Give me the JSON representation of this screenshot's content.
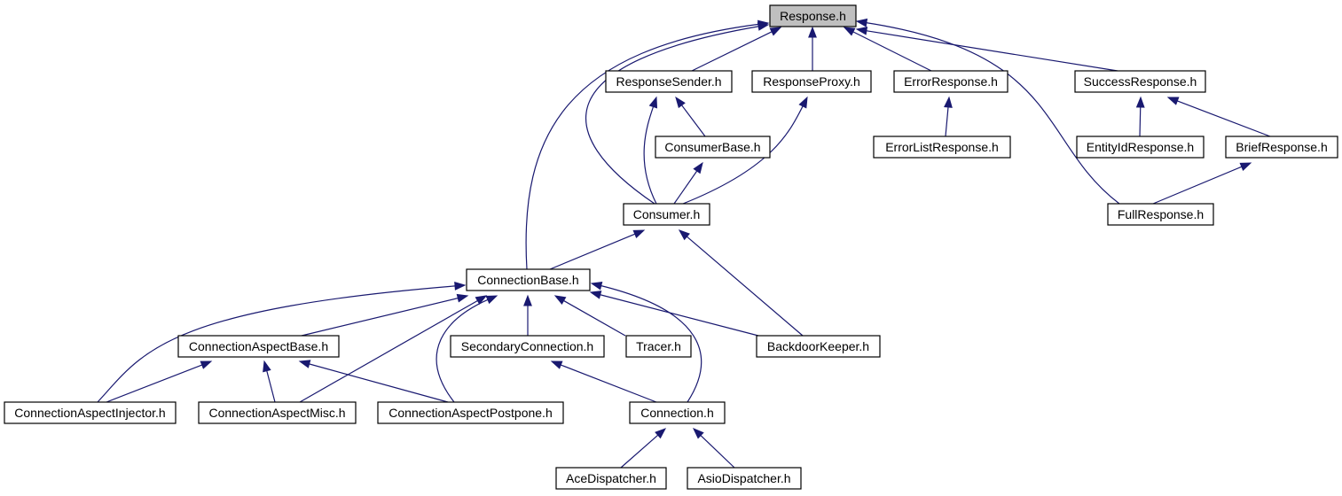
{
  "nodes": [
    {
      "id": "response",
      "label": "Response.h",
      "root": true
    },
    {
      "id": "response_sender",
      "label": "ResponseSender.h"
    },
    {
      "id": "response_proxy",
      "label": "ResponseProxy.h"
    },
    {
      "id": "error_response",
      "label": "ErrorResponse.h"
    },
    {
      "id": "success_response",
      "label": "SuccessResponse.h"
    },
    {
      "id": "consumer_base",
      "label": "ConsumerBase.h"
    },
    {
      "id": "error_list_response",
      "label": "ErrorListResponse.h"
    },
    {
      "id": "entity_id_response",
      "label": "EntityIdResponse.h"
    },
    {
      "id": "brief_response",
      "label": "BriefResponse.h"
    },
    {
      "id": "consumer",
      "label": "Consumer.h"
    },
    {
      "id": "full_response",
      "label": "FullResponse.h"
    },
    {
      "id": "connection_base",
      "label": "ConnectionBase.h"
    },
    {
      "id": "connection_aspect_base",
      "label": "ConnectionAspectBase.h"
    },
    {
      "id": "secondary_connection",
      "label": "SecondaryConnection.h"
    },
    {
      "id": "tracer",
      "label": "Tracer.h"
    },
    {
      "id": "backdoor_keeper",
      "label": "BackdoorKeeper.h"
    },
    {
      "id": "connection_aspect_injector",
      "label": "ConnectionAspectInjector.h"
    },
    {
      "id": "connection_aspect_misc",
      "label": "ConnectionAspectMisc.h"
    },
    {
      "id": "connection_aspect_postpone",
      "label": "ConnectionAspectPostpone.h"
    },
    {
      "id": "connection",
      "label": "Connection.h"
    },
    {
      "id": "ace_dispatcher",
      "label": "AceDispatcher.h"
    },
    {
      "id": "asio_dispatcher",
      "label": "AsioDispatcher.h"
    }
  ],
  "edges": [
    {
      "from": "response_sender",
      "to": "response"
    },
    {
      "from": "response_proxy",
      "to": "response"
    },
    {
      "from": "error_response",
      "to": "response"
    },
    {
      "from": "success_response",
      "to": "response"
    },
    {
      "from": "consumer",
      "to": "response"
    },
    {
      "from": "connection_base",
      "to": "response"
    },
    {
      "from": "full_response",
      "to": "response"
    },
    {
      "from": "consumer_base",
      "to": "response_sender"
    },
    {
      "from": "consumer",
      "to": "response_sender"
    },
    {
      "from": "consumer",
      "to": "response_proxy"
    },
    {
      "from": "error_list_response",
      "to": "error_response"
    },
    {
      "from": "entity_id_response",
      "to": "success_response"
    },
    {
      "from": "brief_response",
      "to": "success_response"
    },
    {
      "from": "consumer",
      "to": "consumer_base"
    },
    {
      "from": "full_response",
      "to": "brief_response"
    },
    {
      "from": "connection_base",
      "to": "consumer"
    },
    {
      "from": "backdoor_keeper",
      "to": "consumer"
    },
    {
      "from": "connection_aspect_base",
      "to": "connection_base"
    },
    {
      "from": "secondary_connection",
      "to": "connection_base"
    },
    {
      "from": "tracer",
      "to": "connection_base"
    },
    {
      "from": "backdoor_keeper",
      "to": "connection_base"
    },
    {
      "from": "connection_aspect_injector",
      "to": "connection_base"
    },
    {
      "from": "connection_aspect_misc",
      "to": "connection_base"
    },
    {
      "from": "connection_aspect_postpone",
      "to": "connection_base"
    },
    {
      "from": "connection",
      "to": "connection_base"
    },
    {
      "from": "connection_aspect_injector",
      "to": "connection_aspect_base"
    },
    {
      "from": "connection_aspect_misc",
      "to": "connection_aspect_base"
    },
    {
      "from": "connection_aspect_postpone",
      "to": "connection_aspect_base"
    },
    {
      "from": "connection",
      "to": "secondary_connection"
    },
    {
      "from": "ace_dispatcher",
      "to": "connection"
    },
    {
      "from": "asio_dispatcher",
      "to": "connection"
    }
  ]
}
